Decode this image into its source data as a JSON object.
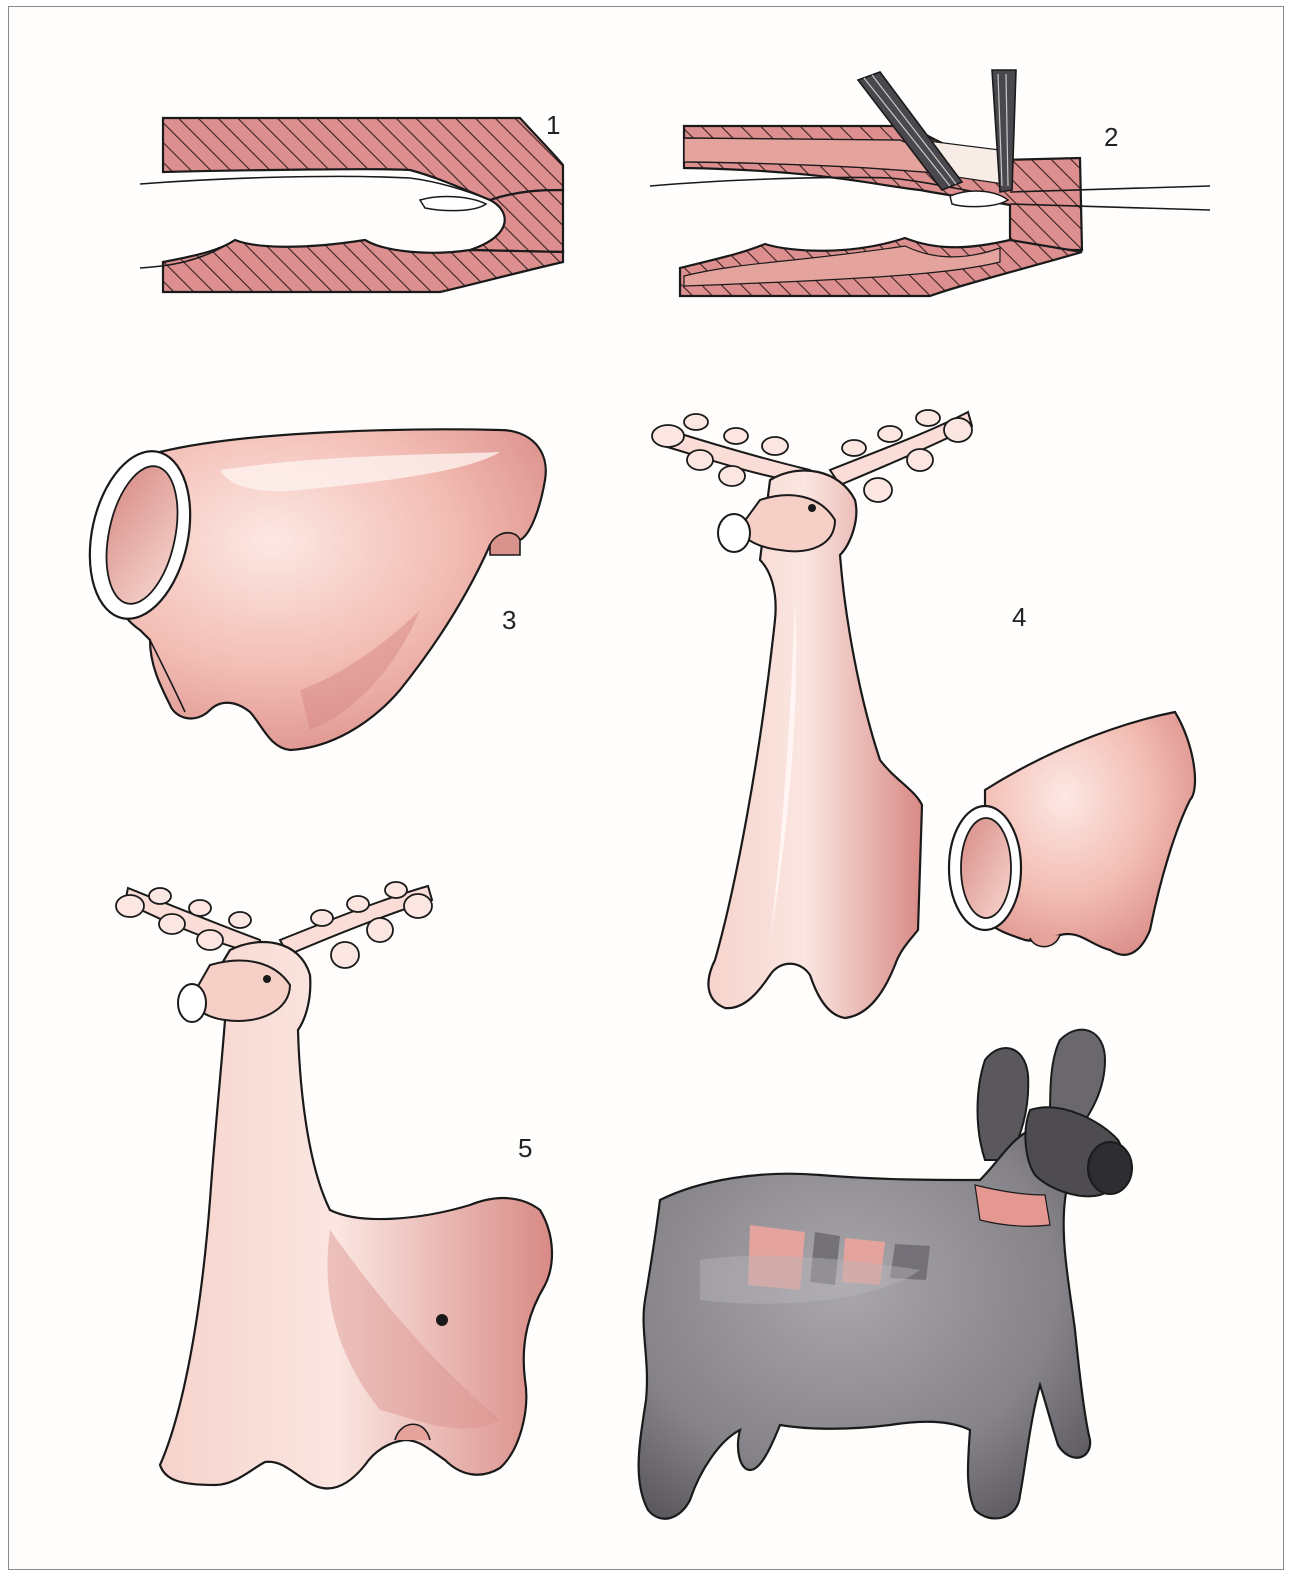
{
  "steps": [
    {
      "number": "1"
    },
    {
      "number": "2"
    },
    {
      "number": "3"
    },
    {
      "number": "4"
    },
    {
      "number": "5"
    }
  ],
  "colors": {
    "clay": "#dd8f8f",
    "clay_light": "#f6d2cc",
    "clay_dark": "#c2706e",
    "finished": "#7d7b80",
    "finished_dark": "#4a484c",
    "outline": "#1a1a1a"
  }
}
